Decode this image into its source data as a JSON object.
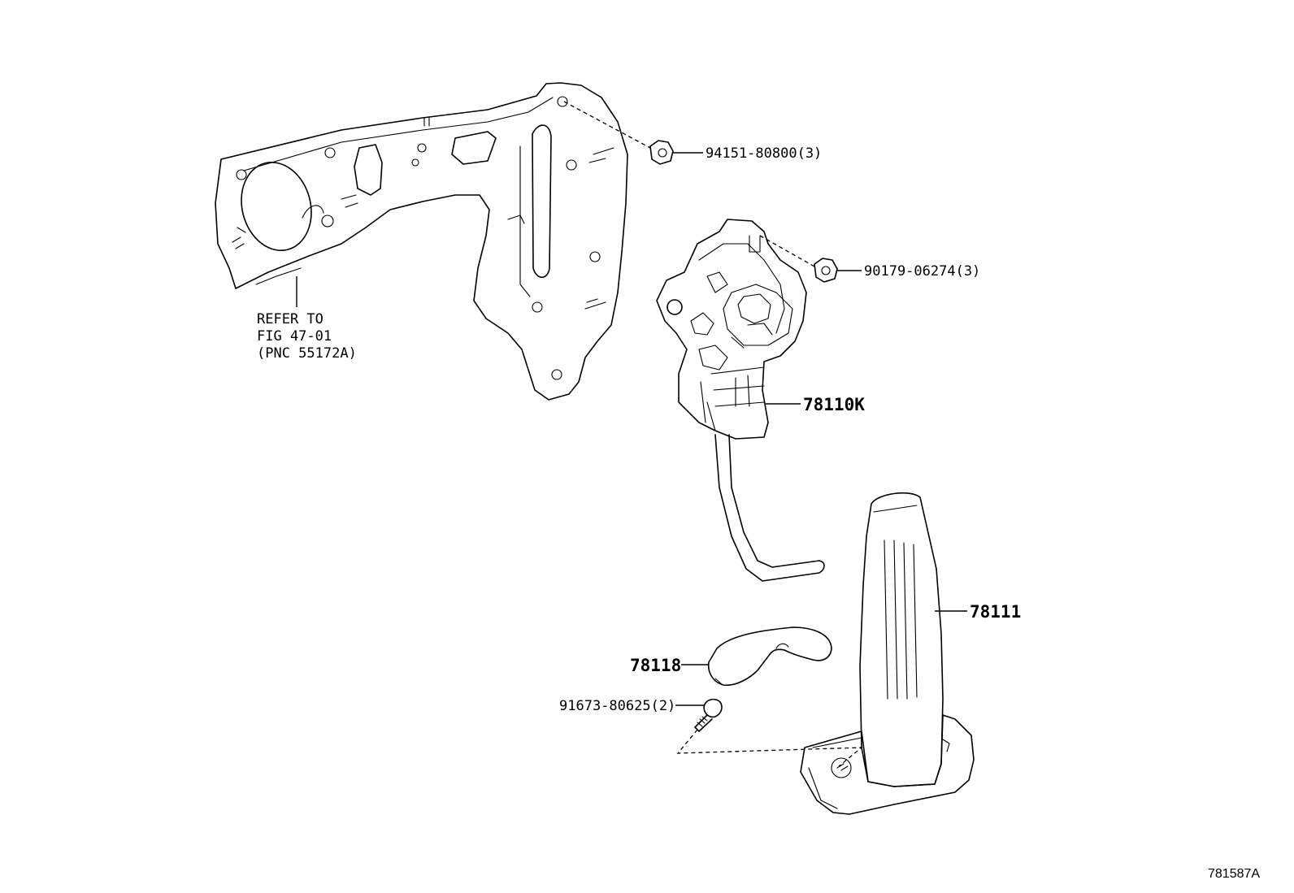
{
  "diagram_code": "781587A",
  "callouts": {
    "nut_top": "94151-80800(3)",
    "nut_mid": "90179-06274(3)",
    "pedal_assy": "78110K",
    "pedal_pad": "78111",
    "bracket_cover": "78118",
    "bolt": "91673-80625(2)"
  },
  "refer_note": {
    "line1": "REFER TO",
    "line2": "FIG 47-01",
    "line3": "(PNC 55172A)"
  }
}
